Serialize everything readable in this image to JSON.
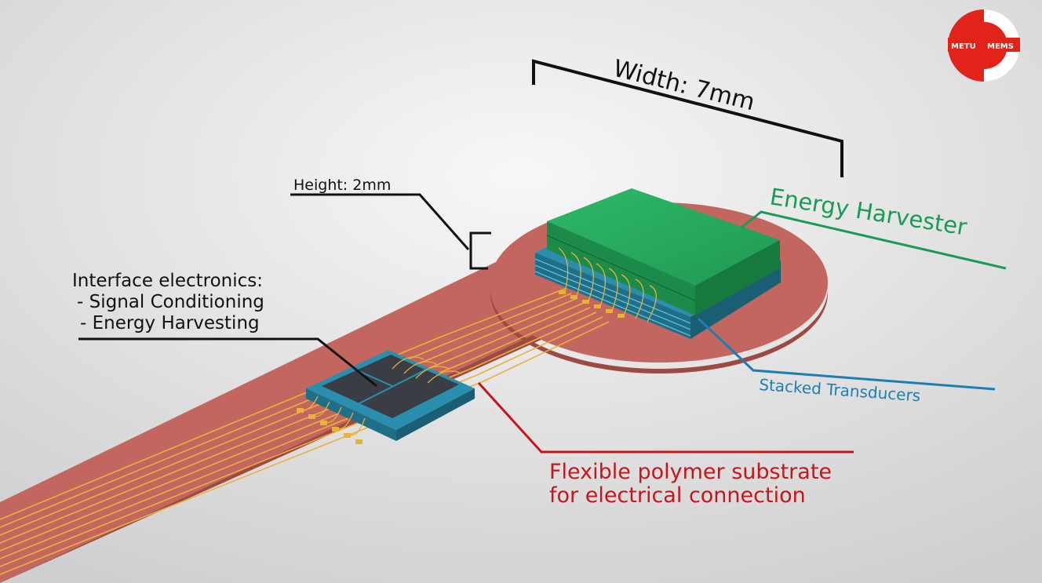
{
  "logo": {
    "left_text": "METU",
    "right_text": "MEMS",
    "colors": {
      "red": "#e2231a",
      "white": "#ffffff"
    }
  },
  "labels": {
    "width": "Width: 7mm",
    "height": "Height: 2mm",
    "interface_title": "Interface electronics:",
    "interface_item_1": "- Signal Conditioning",
    "interface_item_2": "- Energy Harvesting",
    "energy_harvester": "Energy Harvester",
    "stacked_transducers": "Stacked Transducers",
    "substrate_line_1": "Flexible polymer substrate",
    "substrate_line_2": "for electrical connection"
  },
  "colors": {
    "background": "#e6e6e6",
    "substrate": "#c2665f",
    "harvester": "#27a35a",
    "transducer": "#2a8fae",
    "trace": "#e8b13a",
    "callout_black": "#111111",
    "callout_green": "#1a9a57",
    "callout_blue": "#1c7fb0",
    "callout_red": "#c4161c"
  }
}
